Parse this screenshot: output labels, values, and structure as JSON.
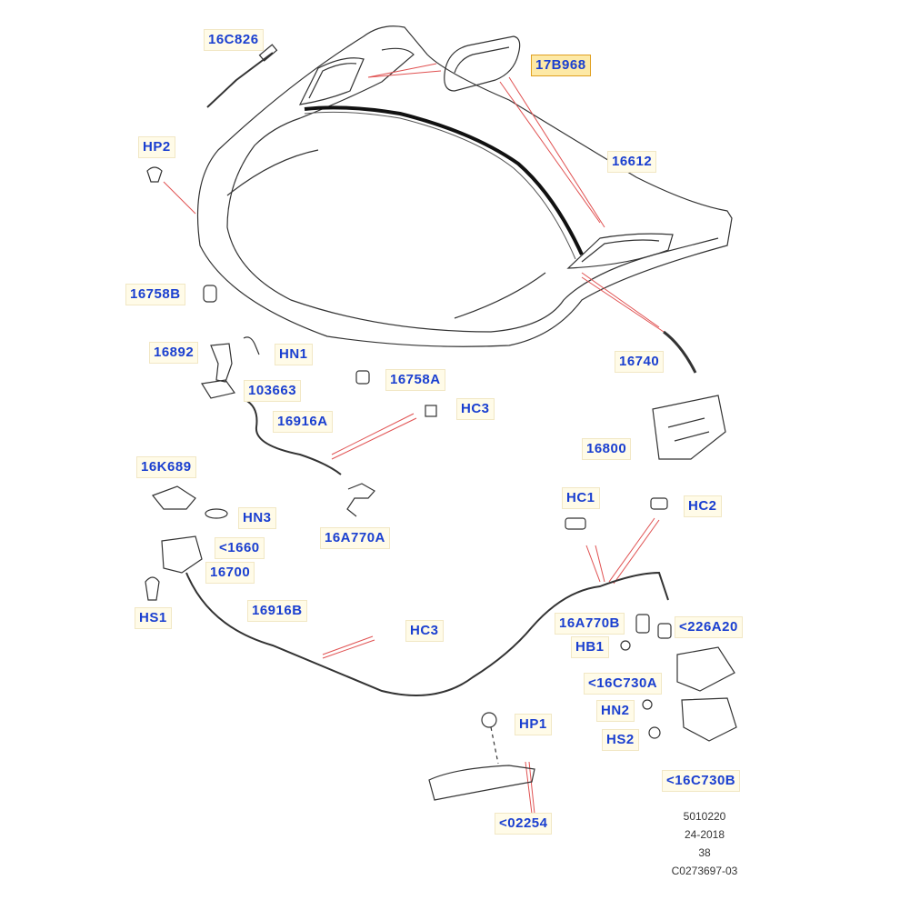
{
  "diagram": {
    "labels": {
      "p16C826": "16C826",
      "p17B968": "17B968",
      "pHP2": "HP2",
      "p16612": "16612",
      "p16758B": "16758B",
      "p16892": "16892",
      "pHN1": "HN1",
      "p16740": "16740",
      "p16758A": "16758A",
      "p103663": "103663",
      "pHC3a": "HC3",
      "p16916A": "16916A",
      "p16800": "16800",
      "p16K689": "16K689",
      "pHN3": "HN3",
      "p16A770A": "16A770A",
      "pHC1": "HC1",
      "pHC2": "HC2",
      "p1660": "<1660",
      "p16700": "16700",
      "pHS1": "HS1",
      "p16916B": "16916B",
      "pHC3b": "HC3",
      "p16A770B": "16A770B",
      "p226A20": "<226A20",
      "pHB1": "HB1",
      "p16C730A": "<16C730A",
      "pHN2": "HN2",
      "pHP1": "HP1",
      "pHS2": "HS2",
      "p16C730B": "<16C730B",
      "p02254": "<02254"
    },
    "highlighted": "p17B968",
    "footer": [
      "5010220",
      "24-2018",
      "38",
      "C0273697-03"
    ],
    "colors": {
      "label_text": "#1a3fd0",
      "label_bg": "#fffbe8",
      "highlight_bg": "#fde9a6",
      "leader": "#e05050",
      "line": "#333333"
    }
  }
}
